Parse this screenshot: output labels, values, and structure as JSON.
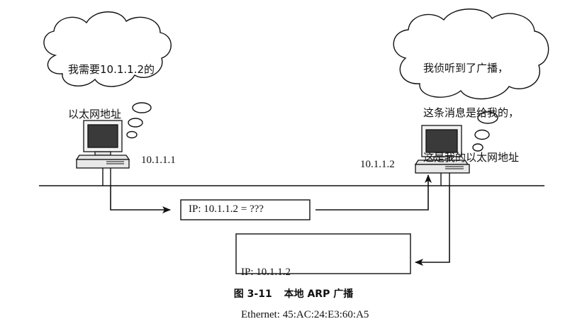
{
  "diagram": {
    "host_left": {
      "thought": [
        "我需要10.1.1.2的",
        "以太网地址"
      ],
      "ip": "10.1.1.1"
    },
    "host_right": {
      "thought": [
        "我侦听到了广播，",
        "这条消息是给我的，",
        "这是我的以太网地址"
      ],
      "ip": "10.1.1.2"
    },
    "broadcast_message": "IP: 10.1.1.2 = ???",
    "reply_message": [
      "IP: 10.1.1.2",
      "Ethernet: 45:AC:24:E3:60:A5"
    ]
  },
  "caption": {
    "figure_number": "图 3-11",
    "title": "本地 ARP 广播"
  }
}
